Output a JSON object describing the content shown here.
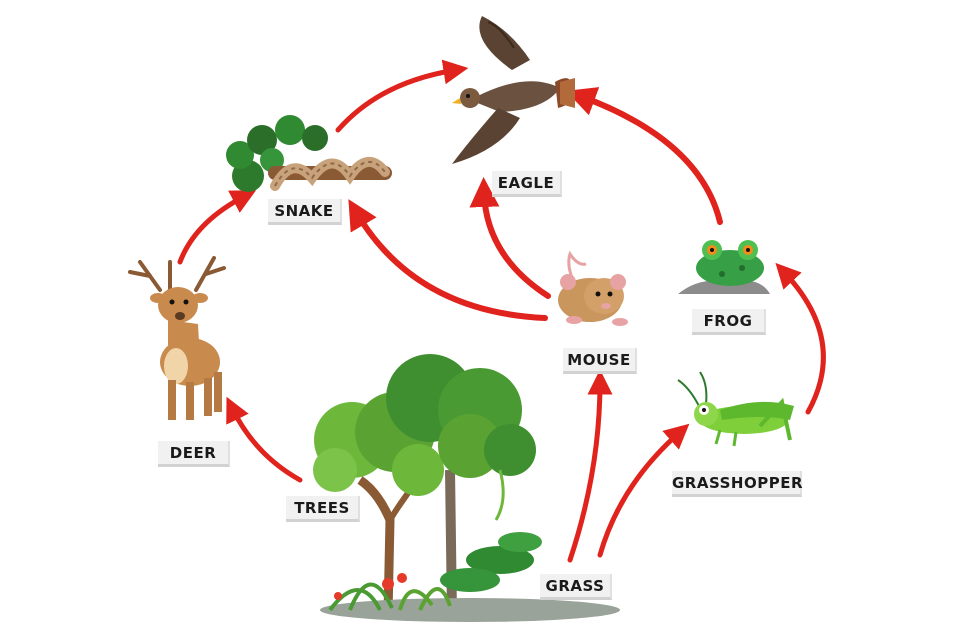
{
  "diagram": {
    "organisms": {
      "eagle": "EAGLE",
      "snake": "SNAKE",
      "deer": "DEER",
      "mouse": "MOUSE",
      "frog": "FROG",
      "grasshopper": "GRASSHOPPER",
      "trees": "TREES",
      "grass": "GRASS"
    },
    "arrow_color": "#e0231c",
    "links": [
      {
        "from": "trees",
        "to": "deer"
      },
      {
        "from": "deer",
        "to": "snake"
      },
      {
        "from": "snake",
        "to": "eagle"
      },
      {
        "from": "mouse",
        "to": "snake"
      },
      {
        "from": "mouse",
        "to": "eagle"
      },
      {
        "from": "frog",
        "to": "eagle"
      },
      {
        "from": "grasshopper",
        "to": "frog"
      },
      {
        "from": "grass",
        "to": "mouse"
      },
      {
        "from": "grass",
        "to": "grasshopper"
      }
    ]
  }
}
